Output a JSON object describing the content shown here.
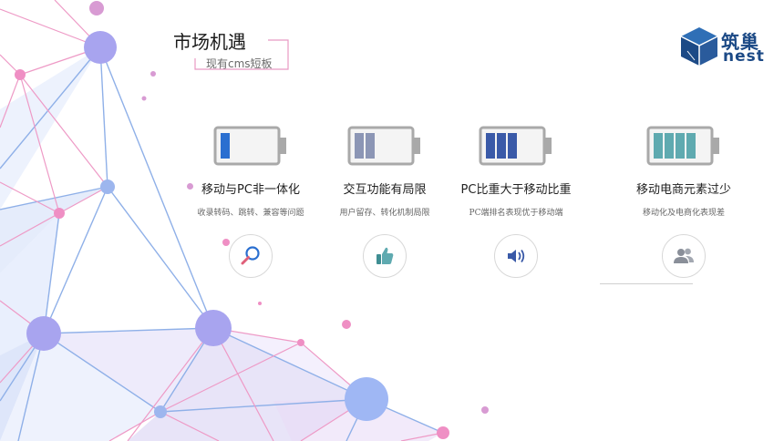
{
  "header": {
    "title": "市场机遇",
    "subtitle": "现有cms短板"
  },
  "logo": {
    "cn": "筑巢",
    "en": "nest",
    "brand_color": "#1c4a86"
  },
  "features": [
    {
      "title": "移动与PC非一体化",
      "desc": "收录转码、跳转、兼容等问题",
      "icon": "magnifier-icon",
      "battery_level": 0.2,
      "battery_color": "#2a6fd0"
    },
    {
      "title": "交互功能有局限",
      "desc": "用户留存、转化机制局限",
      "icon": "thumbs-up-icon",
      "battery_level": 0.4,
      "battery_color": "#8c96b5"
    },
    {
      "title": "PC比重大于移动比重",
      "desc": "PC端排名表现优于移动端",
      "icon": "speaker-icon",
      "battery_level": 0.6,
      "battery_color": "#3a5aa8"
    },
    {
      "title": "移动电商元素过少",
      "desc": "移动化及电商化表现差",
      "icon": "users-icon",
      "battery_level": 0.8,
      "battery_color": "#5faab0"
    }
  ]
}
